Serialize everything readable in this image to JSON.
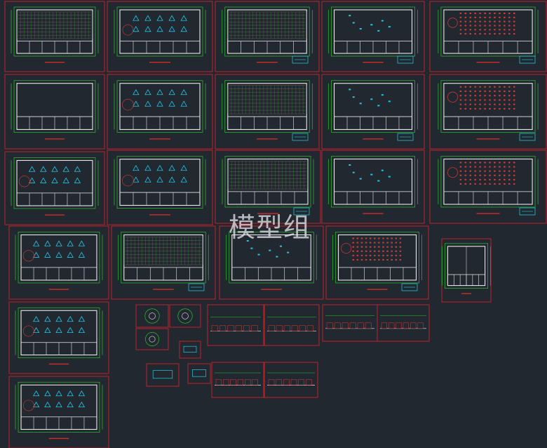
{
  "watermark": {
    "text": "模型组"
  },
  "colors": {
    "background": "#212830",
    "sheet_border": "#c0202a",
    "dimension": "#2fc12f",
    "wall": "#e8e8e8",
    "furniture": "#26c6e6",
    "seating": "#d83a3a",
    "title_bar": "#d02a2a",
    "stamp": "#2ad0e8"
  },
  "sheets": [
    {
      "kind": "grid-plan",
      "stamp": false
    },
    {
      "kind": "office-plan",
      "stamp": false
    },
    {
      "kind": "grid-plan",
      "stamp": true
    },
    {
      "kind": "ceiling-plan",
      "stamp": true
    },
    {
      "kind": "seat-plan",
      "stamp": true
    },
    {
      "kind": "empty-plan",
      "stamp": false
    },
    {
      "kind": "office-plan",
      "stamp": false
    },
    {
      "kind": "grid-plan",
      "stamp": true
    },
    {
      "kind": "ceiling-plan",
      "stamp": true
    },
    {
      "kind": "seat-plan",
      "stamp": true
    },
    {
      "kind": "office-plan",
      "stamp": false
    },
    {
      "kind": "office-plan",
      "stamp": false
    },
    {
      "kind": "grid-plan",
      "stamp": true
    },
    {
      "kind": "ceiling-plan",
      "stamp": false
    },
    {
      "kind": "seat-plan",
      "stamp": true
    },
    {
      "kind": "office-plan",
      "stamp": false
    },
    {
      "kind": "grid-plan",
      "stamp": true
    },
    {
      "kind": "ceiling-plan",
      "stamp": false
    },
    {
      "kind": "seat-plan",
      "stamp": true
    },
    {
      "kind": "tall-plan",
      "stamp": false
    },
    {
      "kind": "office-plan",
      "stamp": false
    },
    {
      "kind": "office-plan",
      "stamp": false
    },
    {
      "kind": "detail-round",
      "stamp": false
    },
    {
      "kind": "detail-round",
      "stamp": false
    },
    {
      "kind": "detail-round",
      "stamp": false
    },
    {
      "kind": "detail-small",
      "stamp": false
    },
    {
      "kind": "elevation",
      "stamp": false
    },
    {
      "kind": "elevation",
      "stamp": false
    },
    {
      "kind": "elevation",
      "stamp": false
    },
    {
      "kind": "elevation",
      "stamp": false
    },
    {
      "kind": "detail-small",
      "stamp": false
    },
    {
      "kind": "detail-small",
      "stamp": false
    },
    {
      "kind": "elevation",
      "stamp": false
    },
    {
      "kind": "elevation",
      "stamp": false
    }
  ]
}
